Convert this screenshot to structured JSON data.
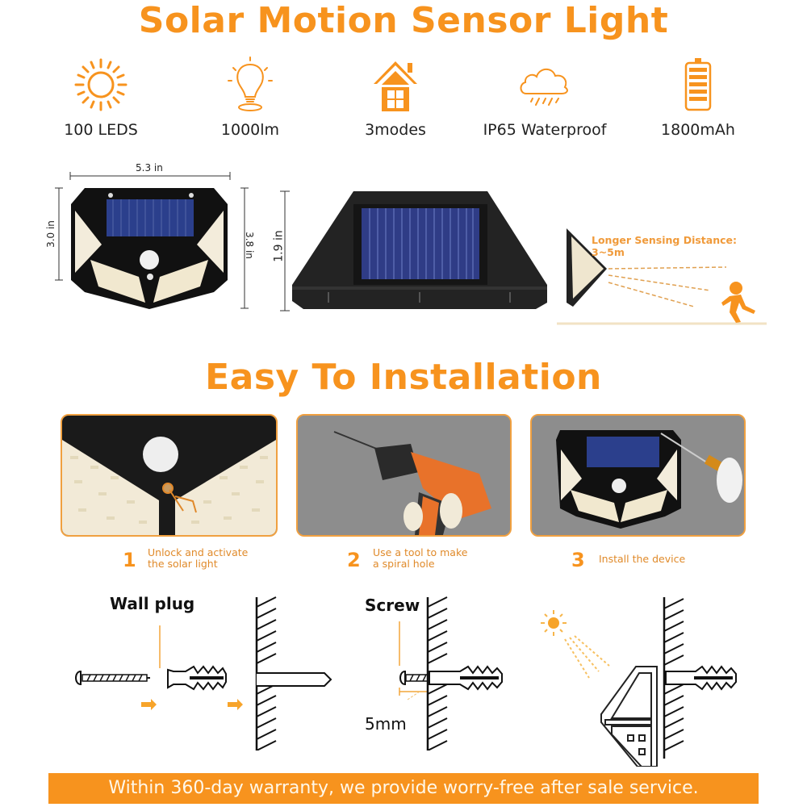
{
  "header": {
    "title": "Solar Motion Sensor Light"
  },
  "features": [
    {
      "icon": "sun-icon",
      "label": "100 LEDS"
    },
    {
      "icon": "light-bulb-icon",
      "label": "1000lm"
    },
    {
      "icon": "house-icon",
      "label": "3modes"
    },
    {
      "icon": "rain-cloud-icon",
      "label": "IP65 Waterproof"
    },
    {
      "icon": "battery-icon",
      "label": "1800mAh"
    }
  ],
  "dimensions": {
    "width": "5.3 in",
    "height_left": "3.0 in",
    "height_right": "3.8 in",
    "depth": "1.9 in",
    "sensing_label": "Longer Sensing Distance: 3~5m"
  },
  "installation": {
    "title": "Easy To Installation",
    "steps": [
      {
        "number": "1",
        "text_line1": "Unlock and activate",
        "text_line2": "the solar light"
      },
      {
        "number": "2",
        "text_line1": "Use a tool to make",
        "text_line2": "a spiral hole"
      },
      {
        "number": "3",
        "text_line1": "Install the device",
        "text_line2": ""
      }
    ],
    "diagram": {
      "wall_plug_label": "Wall plug",
      "screw_label": "Screw",
      "gap_label": "5mm"
    }
  },
  "footer": {
    "warranty_text": "Within 360-day warranty, we provide worry-free after sale service."
  },
  "colors": {
    "accent_orange": "#f7931e",
    "text_dark": "#222222",
    "solar_panel_blue": "#2b3f8c"
  }
}
